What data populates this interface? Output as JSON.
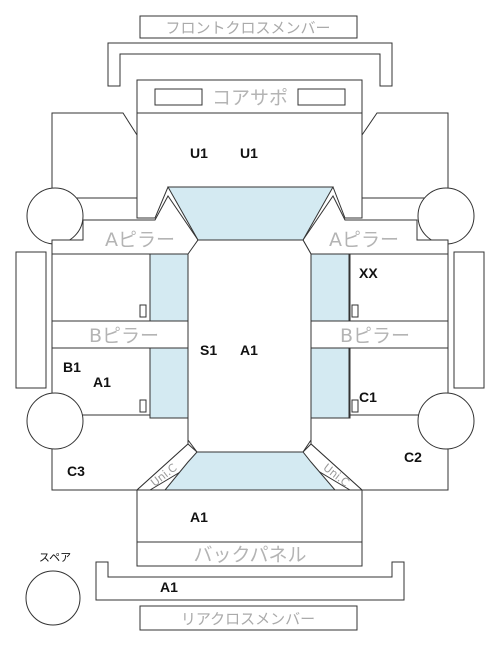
{
  "labels": {
    "front_cross_member": "フロントクロスメンバー",
    "core_support": "コアサポ",
    "a_pillar_left": "Aピラー",
    "a_pillar_right": "Aピラー",
    "b_pillar_left": "Bピラー",
    "b_pillar_right": "Bピラー",
    "back_panel": "バックパネル",
    "rear_cross_member": "リアクロスメンバー",
    "spare": "スペア"
  },
  "corner_labels": {
    "left": "Uni.C",
    "right": "Uni.C"
  },
  "codes": {
    "front_left": "U1",
    "front_right": "U1",
    "right_front_panel": "XX",
    "center": "S1",
    "center_right": "A1",
    "left_rear_top": "B1",
    "left_rear_bottom": "A1",
    "right_rear": "C1",
    "left_corner": "C3",
    "right_corner": "C2",
    "rear_center": "A1",
    "rear_member": "A1"
  },
  "colors": {
    "line": "#333333",
    "glass": "#d4eaf2",
    "label_gray": "#aaaaaa"
  }
}
